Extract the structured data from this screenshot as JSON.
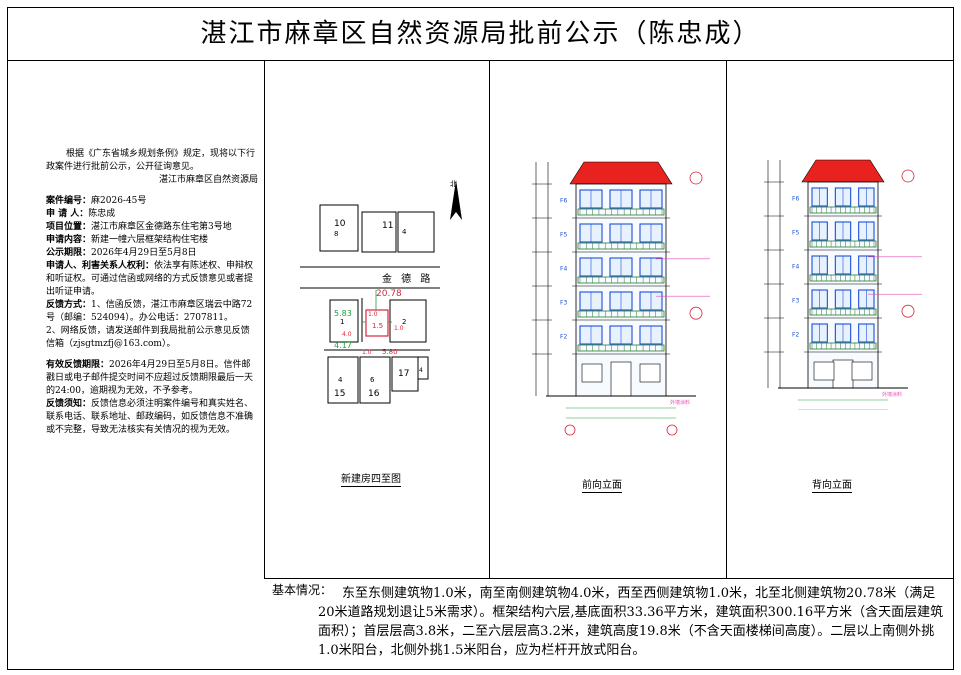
{
  "title": "湛江市麻章区自然资源局批前公示（陈忠成）",
  "notice": {
    "intro": "根据《广东省城乡规划条例》规定，现将以下行政案件进行批前公示，公开征询意见。",
    "issuer": "湛江市麻章区自然资源局",
    "case_no_label": "案件编号：",
    "case_no": "麻2026-45号",
    "applicant_label": "申 请 人：",
    "applicant": "陈忠成",
    "location_label": "项目位置：",
    "location": "湛江市麻章区金德路东住宅第3号地",
    "content_label": "申请内容：",
    "content": "新建一幢六层框架结构住宅楼",
    "period_label": "公示期限：",
    "period": "2026年4月29日至5月8日",
    "rights_label": "申请人、利害关系人权利：",
    "rights": "依法享有陈述权、申辩权和听证权。可通过信函或网络的方式反馈意见或者提出听证申请。",
    "feedback_label": "反馈方式：",
    "feedback_1": "1、信函反馈，湛江市麻章区瑞云中路72号（邮编：524094）。办公电话：2707811。",
    "feedback_2": "2、网络反馈，请发送邮件到我局批前公示意见反馈信箱（zjsgtmzfj@163.com）。",
    "valid_label": "有效反馈期限：",
    "valid": "2026年4月29日至5月8日。信件邮戳日或电子邮件提交时间不应超过反馈期限最后一天的24:00，逾期视为无效，不予参考。",
    "notice_label": "反馈须知：",
    "notice_text": "反馈信息必须注明案件编号和真实姓名、联系电话、联系地址、邮政编码，如反馈信息不准确或不完整，导致无法核实有关情况的视为无效。"
  },
  "site_plan": {
    "caption": "新建房四至图",
    "road": "金 德 路",
    "north_mark": "北",
    "lots": [
      "10",
      "11",
      "4",
      "1",
      "2",
      "4",
      "6",
      "15",
      "16",
      "17",
      "4"
    ],
    "small_lot_label": "8",
    "dimensions": [
      "20.78",
      "5.83",
      "4.0",
      "1.0",
      "1.5",
      "1.0",
      "4.17",
      "1.0",
      "5.80"
    ]
  },
  "front_elevation": {
    "caption": "前向立面",
    "floors": [
      "F6",
      "F5",
      "F4",
      "F3",
      "F2"
    ],
    "scale_note": "外墙涂料"
  },
  "back_elevation": {
    "caption": "背向立面",
    "floors": [
      "F6",
      "F5",
      "F4",
      "F3",
      "F2"
    ],
    "scale_note": "外墙涂料"
  },
  "basic": {
    "label": "基本情况：",
    "text": "东至东侧建筑物1.0米，南至南侧建筑物4.0米，西至西侧建筑物1.0米，北至北侧建筑物20.78米（满足20米道路规划退让5米需求）。框架结构六层,基底面积33.36平方米，建筑面积300.16平方米（含天面层建筑面积）；首层层高3.8米，二至六层层高3.2米，建筑高度19.8米（不含天面楼梯间高度）。二层以上南侧外挑1.0米阳台，北侧外挑1.5米阳台，应为栏杆开放式阳台。"
  },
  "colors": {
    "roof": "#e8231f",
    "window": "#1d4fd8",
    "balcony": "#2a7a2a",
    "annotation": "#d9263c",
    "dimension": "#1aa33a"
  }
}
